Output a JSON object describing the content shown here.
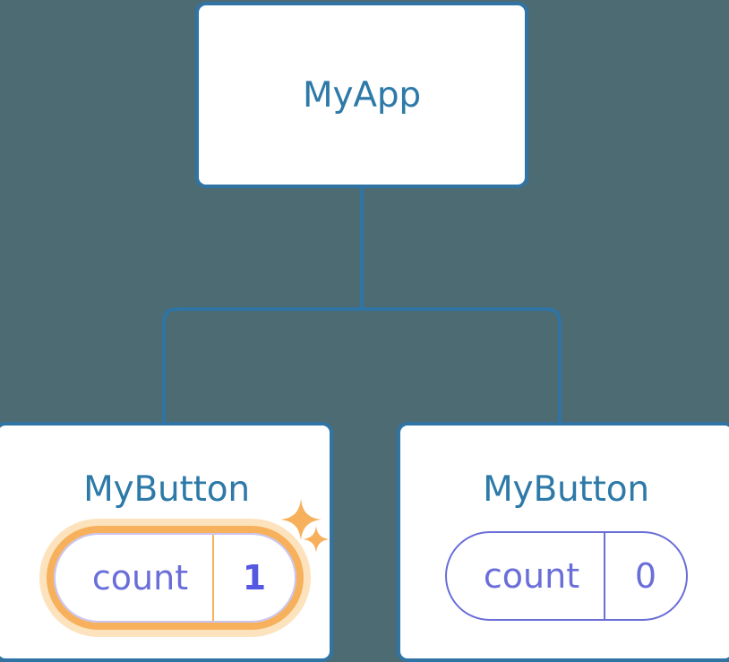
{
  "diagram": {
    "type": "component-tree",
    "background_color": "#4d6b73",
    "accent_colors": {
      "card_border": "#2f74a4",
      "node_title": "#2d79a8",
      "pill_outline": "#6a6ed8",
      "pill_text": "#6a6ed8",
      "highlight_ring": "#f7b05b",
      "highlight_halo": "#fce3bd",
      "highlight_value": "#5558e0",
      "connector": "#2f74a4"
    },
    "root": {
      "title": "MyApp"
    },
    "children": [
      {
        "title": "MyButton",
        "state": {
          "key": "count",
          "value": "1"
        },
        "highlighted": true,
        "sparkles": [
          "sparkle-icon-large",
          "sparkle-icon-small"
        ]
      },
      {
        "title": "MyButton",
        "state": {
          "key": "count",
          "value": "0"
        },
        "highlighted": false,
        "sparkles": []
      }
    ]
  }
}
